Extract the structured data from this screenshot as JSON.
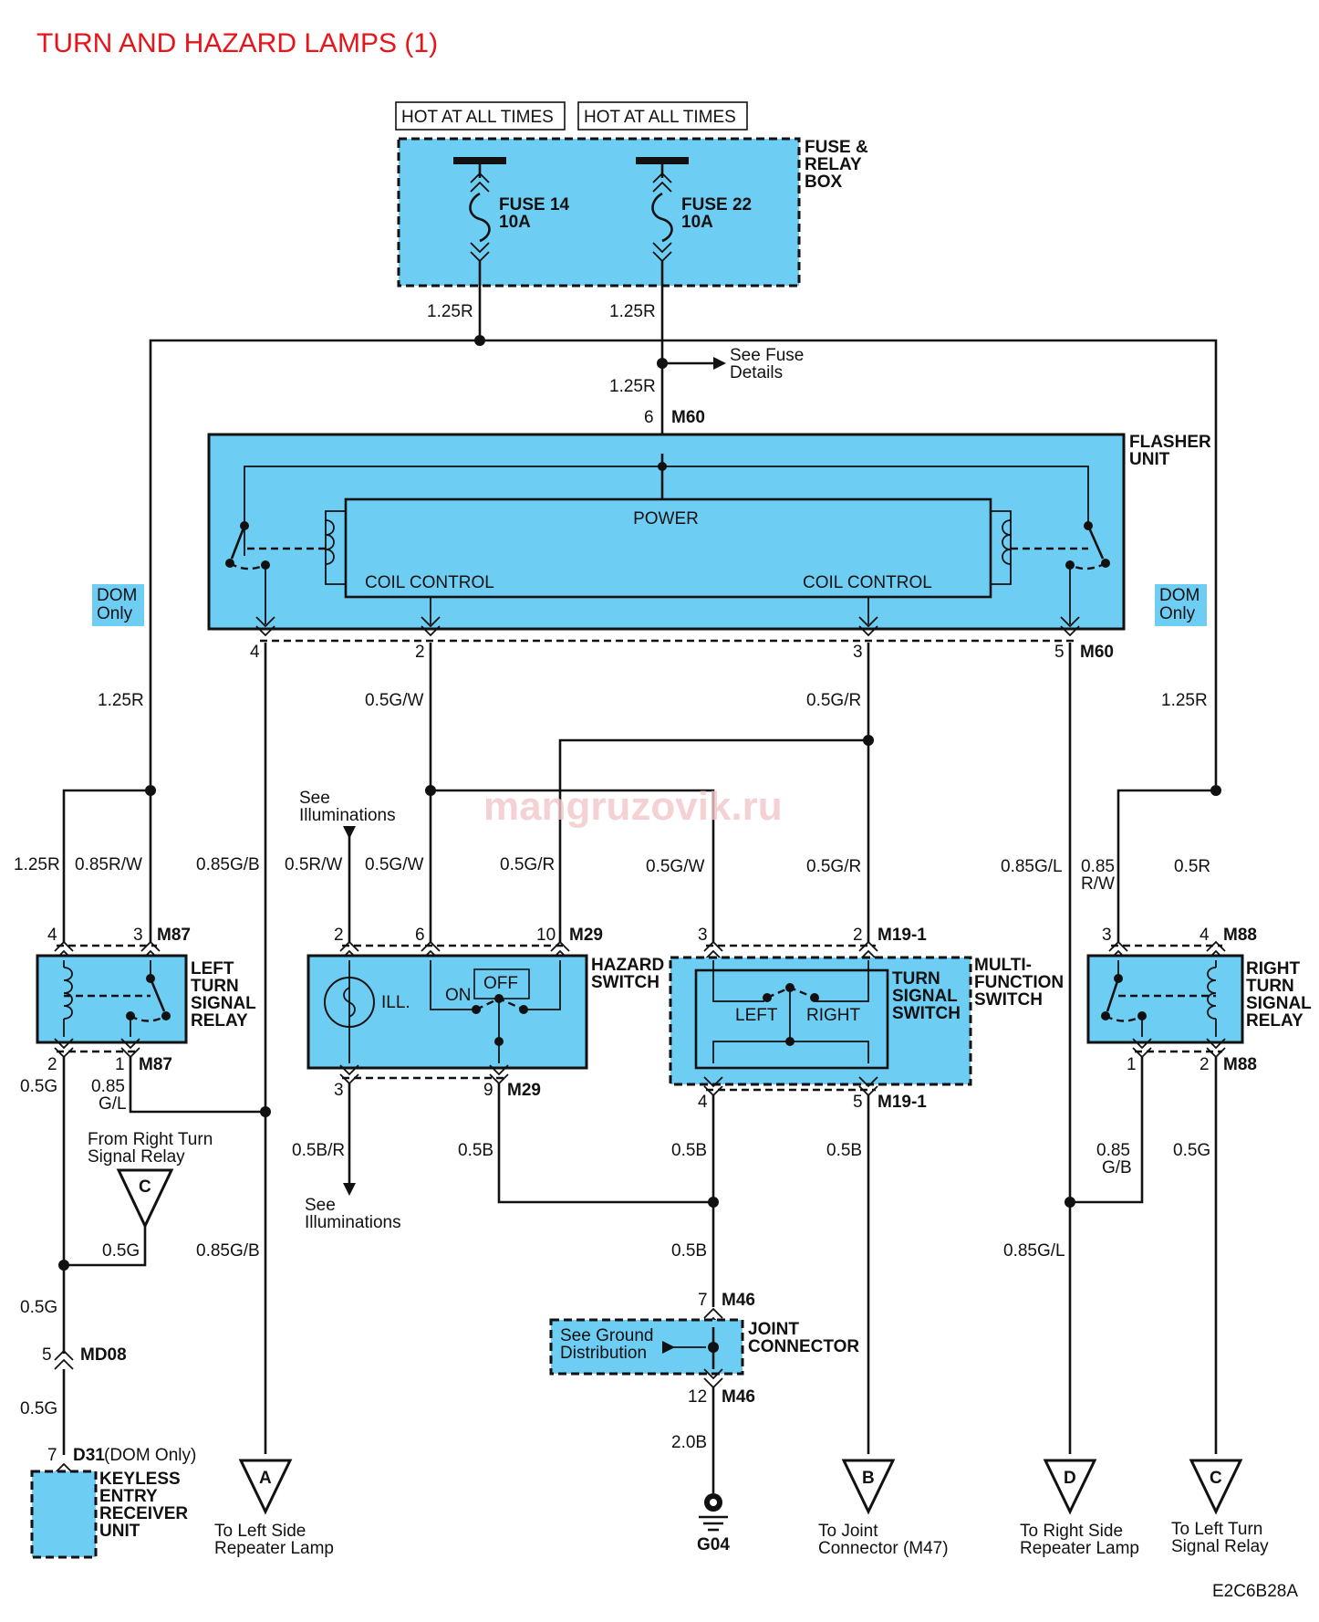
{
  "title": "TURN AND HAZARD LAMPS (1)",
  "hot_labels": [
    "HOT AT ALL TIMES",
    "HOT AT ALL TIMES"
  ],
  "fuse_box": {
    "name": [
      "FUSE &",
      "RELAY",
      "BOX"
    ],
    "fuse14": [
      "FUSE 14",
      "10A"
    ],
    "fuse22": [
      "FUSE 22",
      "10A"
    ]
  },
  "flasher": {
    "name": [
      "FLASHER",
      "UNIT"
    ],
    "power": "POWER",
    "coil_left": "COIL CONTROL",
    "coil_right": "COIL CONTROL",
    "connector": "M60",
    "pins": {
      "p6": "6",
      "p4": "4",
      "p2": "2",
      "p3": "3",
      "p5": "5"
    }
  },
  "see_fuse": [
    "See Fuse",
    "Details"
  ],
  "dom_only": [
    "DOM",
    "Only"
  ],
  "wire_labels": {
    "w125r_a": "1.25R",
    "w125r_b": "1.25R",
    "w125r_c": "1.25R",
    "w125r_left": "1.25R",
    "w125r_right": "1.25R",
    "w125r_relay": "1.25R",
    "w085rw": "0.85R/W",
    "w085gb": "0.85G/B",
    "w05rw": "0.5R/W",
    "w05gw_top": "0.5G/W",
    "w05gw_haz": "0.5G/W",
    "w05gr_haz": "0.5G/R",
    "w05gw_mfs": "0.5G/W",
    "w05gr_mfs": "0.5G/R",
    "w05gr_top": "0.5G/R",
    "w085gl": "0.85G/L",
    "w085rw2": [
      "0.85",
      "R/W"
    ],
    "w05r": "0.5R",
    "w05g_l": "0.5G",
    "w085gl_l": [
      "0.85",
      "G/L"
    ],
    "w05br": "0.5B/R",
    "w05b_haz": "0.5B",
    "w05b_mfs4": "0.5B",
    "w05b_mfs5": "0.5B",
    "w085gb2": [
      "0.85",
      "G/B"
    ],
    "w05g_r": "0.5G",
    "w05g_c": "0.5G",
    "w085gb_low": "0.85G/B",
    "w05b_mid": "0.5B",
    "w085gl_low": "0.85G/L",
    "w05g_md1": "0.5G",
    "w05g_md2": "0.5G",
    "w20b": "2.0B"
  },
  "left_relay": {
    "name": [
      "LEFT",
      "TURN",
      "SIGNAL",
      "RELAY"
    ],
    "connector": "M87",
    "pins": [
      "4",
      "3",
      "2",
      "1"
    ]
  },
  "right_relay": {
    "name": [
      "RIGHT",
      "TURN",
      "SIGNAL",
      "RELAY"
    ],
    "connector": "M88",
    "pins": [
      "3",
      "4",
      "1",
      "2"
    ]
  },
  "hazard": {
    "name": [
      "HAZARD",
      "SWITCH"
    ],
    "connector": "M29",
    "ill": "ILL.",
    "on": "ON",
    "off": "OFF",
    "pins": [
      "2",
      "6",
      "10",
      "3",
      "9"
    ]
  },
  "mfs": {
    "name": [
      "TURN",
      "SIGNAL",
      "SWITCH"
    ],
    "outer": [
      "MULTI-",
      "FUNCTION",
      "SWITCH"
    ],
    "connector": "M19-1",
    "left": "LEFT",
    "right": "RIGHT",
    "pins": [
      "3",
      "2",
      "4",
      "5"
    ]
  },
  "see_illum_top": [
    "See",
    "Illuminations"
  ],
  "see_illum_bottom": [
    "See",
    "Illuminations"
  ],
  "from_right_relay": [
    "From Right Turn",
    "Signal Relay"
  ],
  "joint": {
    "name": [
      "JOINT",
      "CONNECTOR"
    ],
    "connector": "M46",
    "note": [
      "See Ground",
      "Distribution"
    ],
    "pins": [
      "7",
      "12"
    ]
  },
  "md08": {
    "pin": "5",
    "connector": "MD08"
  },
  "keyless": {
    "pin": "7",
    "connector": "D31",
    "note": "(DOM Only)",
    "name": [
      "KEYLESS",
      "ENTRY",
      "RECEIVER",
      "UNIT"
    ]
  },
  "ground": "G04",
  "refs": [
    {
      "letter": "A",
      "desc": [
        "To Left Side",
        "Repeater Lamp"
      ]
    },
    {
      "letter": "B",
      "desc": [
        "To Joint",
        "Connector (M47)"
      ]
    },
    {
      "letter": "D",
      "desc": [
        "To Right Side",
        "Repeater Lamp"
      ]
    },
    {
      "letter": "C",
      "desc": [
        "To Left Turn",
        "Signal Relay"
      ]
    }
  ],
  "input_c": "C",
  "watermark": "mangruzovik.ru",
  "code": "E2C6B28A"
}
